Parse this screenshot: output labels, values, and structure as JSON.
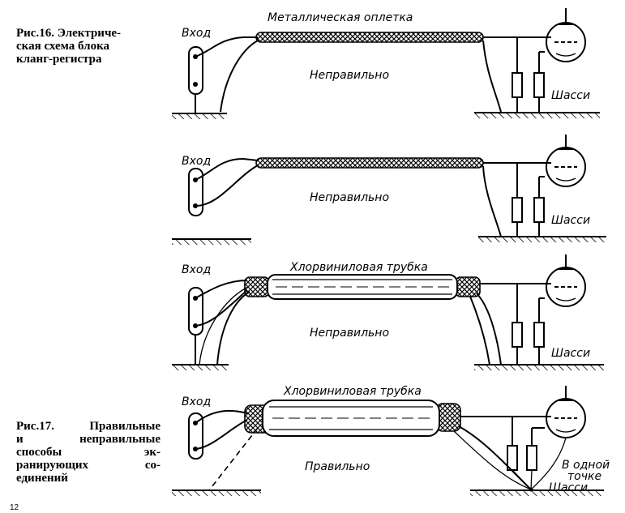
{
  "caption_16": [
    "Рис.16. Электриче-",
    "ская схема блока",
    "кланг-регистра"
  ],
  "caption_17": [
    "Рис.17. Правильные",
    "и    неправильные",
    "способы         эк-",
    "ранирующих    со-",
    "единений"
  ],
  "panels": [
    {
      "input_label": "Вход",
      "cable_label": "Металлическая оплетка",
      "verdict": "Неправильно",
      "chassis_label": "Шасси"
    },
    {
      "input_label": "Вход",
      "cable_label": "",
      "verdict": "Неправильно",
      "chassis_label": "Шасси"
    },
    {
      "input_label": "Вход",
      "cable_label": "Хлорвиниловая трубка",
      "verdict": "Неправильно",
      "chassis_label": "Шасси"
    },
    {
      "input_label": "Вход",
      "cable_label": "Хлорвиниловая трубка",
      "verdict": "Правильно",
      "chassis_label": "Шасси",
      "note_lines": [
        "В одной",
        "точке"
      ]
    }
  ],
  "page_number": "12"
}
